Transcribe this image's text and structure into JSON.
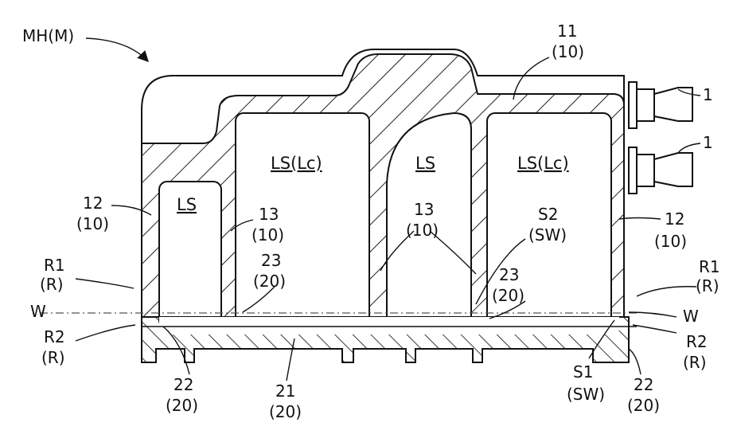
{
  "figure": {
    "housing_label": "MH(M)",
    "rooms": {
      "left_small": "LS",
      "left_large": "LS(Lc)",
      "middle": "LS",
      "right_large": "LS(Lc)"
    },
    "labels": {
      "l11": "11",
      "l11_sub": "(10)",
      "l1_top": "1",
      "l1_bottom": "1",
      "l12_left": "12",
      "l12_left_sub": "(10)",
      "l13_left": "13",
      "l13_left_sub": "(10)",
      "l13_mid": "13",
      "l13_mid_sub": "(10)",
      "ls2": "S2",
      "ls2_sub": "(SW)",
      "l12_right": "12",
      "l12_right_sub": "(10)",
      "lr1_left": "R1",
      "lr1_left_sub": "(R)",
      "lr1_right": "R1",
      "lr1_right_sub": "(R)",
      "l23_left": "23",
      "l23_left_sub": "(20)",
      "l23_right": "23",
      "l23_right_sub": "(20)",
      "lw_left": "W",
      "lw_right": "W",
      "lr2_left": "R2",
      "lr2_left_sub": "(R)",
      "lr2_right": "R2",
      "lr2_right_sub": "(R)",
      "l22_left": "22",
      "l22_left_sub": "(20)",
      "l21": "21",
      "l21_sub": "(20)",
      "ls1": "S1",
      "ls1_sub": "(SW)",
      "l22_right": "22",
      "l22_right_sub": "(20)"
    }
  }
}
